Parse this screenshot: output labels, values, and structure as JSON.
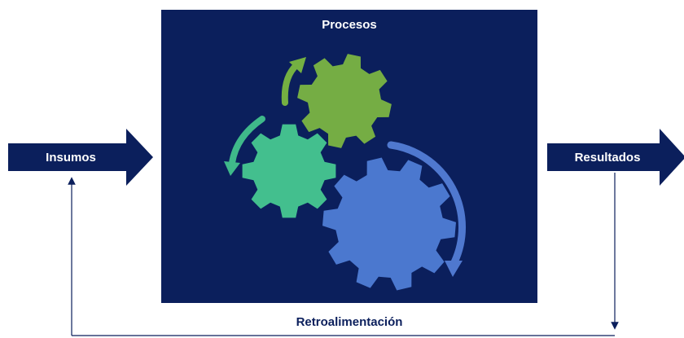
{
  "diagram": {
    "process_title": "Procesos",
    "input_label": "Insumos",
    "output_label": "Resultados",
    "feedback_label": "Retroalimentación"
  },
  "colors": {
    "background": "#ffffff",
    "process_box": "#0b1f5c",
    "arrow_fill": "#0b1f5c",
    "gear_small": "#43bf8e",
    "gear_medium": "#75ad44",
    "gear_large": "#4b78cf",
    "curve_green": "#3fb98a",
    "curve_olive": "#74b042",
    "curve_blue": "#4f78cf",
    "feedback_line": "#0b1f5c",
    "text_on_dark": "#ffffff",
    "text_on_light": "#0b1f5c"
  },
  "icons": {
    "gears": "gear-icon",
    "cycle": "circular-arrow-icon"
  }
}
